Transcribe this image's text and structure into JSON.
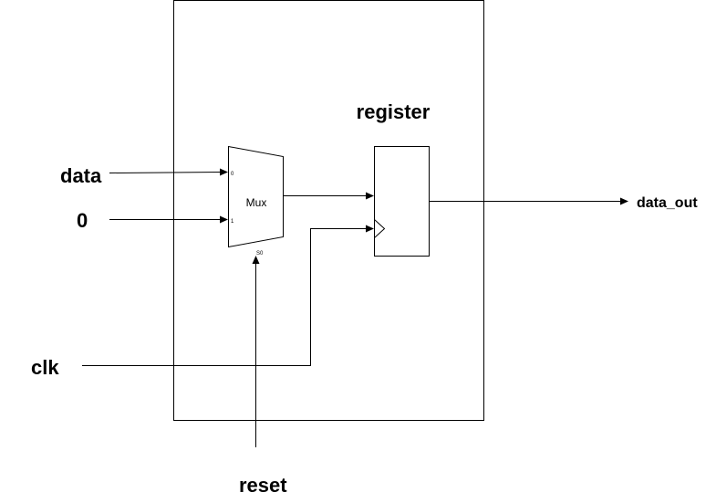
{
  "labels": {
    "module_title": "register",
    "mux": "Mux",
    "mux_pin_0": "0",
    "mux_pin_1": "1",
    "mux_select_pin": "S0"
  },
  "inputs": {
    "data": "data",
    "zero": "0",
    "clk": "clk",
    "reset": "reset"
  },
  "outputs": {
    "data_out": "data_out"
  },
  "colors": {
    "stroke": "#000000",
    "background": "#ffffff"
  }
}
